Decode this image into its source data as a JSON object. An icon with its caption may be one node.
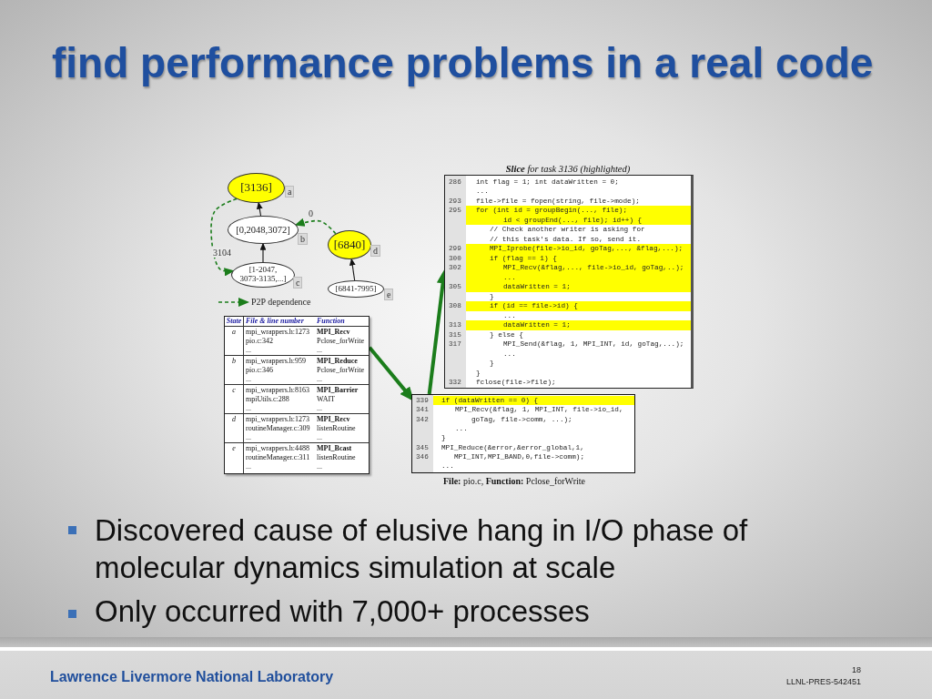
{
  "diagram": {
    "title": "find performance problems in a real code",
    "nodes": [
      {
        "text": [
          "[3136]"
        ],
        "beside": [
          "a"
        ]
      },
      {
        "text": [
          "[0,2048,3072]"
        ],
        "beside": [
          "b"
        ]
      },
      {
        "text": [
          "[6840]"
        ],
        "beside": [
          "d"
        ]
      },
      {
        "text": [
          "[1-2047, 3073-3135,...]"
        ],
        "beside": [
          "c"
        ]
      },
      {
        "text": [
          "[6841-7995]"
        ],
        "beside": [
          "e"
        ]
      },
      {
        "text": [
          "**Slice** for task 3136 (highlighted)",
          "286",
          "int flag = 1; int dataWritten = 0;",
          "...",
          "293",
          "file->file = fopen(string, file->mode);",
          "295",
          "for (int id = groupBegin(..., file);",
          "id < groupEnd(..., file); id++) {",
          "// Check another writer is asking for",
          "// this task's data. If so, send it.",
          "299",
          "MPI_Iprobe(file->io_id, goTag,..., &flag,...);",
          "300",
          "if (flag == 1) {",
          "302",
          "MPI_Recv(&flag,..., file->io_id, goTag,..);",
          "...",
          "305",
          "dataWritten = 1;",
          "}",
          "308",
          "if (id == file->id) {",
          "...",
          "313",
          "dataWritten = 1;",
          "315",
          "} else {",
          "317",
          "MPI_Send(&flag, 1, MPI_INT, id, goTag,...);",
          "...",
          "}",
          "}",
          "332",
          "fclose(file->file);"
        ]
      },
      {
        "text": [
          "State",
          "File & line number",
          "Function",
          "a",
          "mpi_wrappers.h:1273",
          "pio.c:342",
          "...",
          "MPI_Recv",
          "Pclose_forWrite",
          "...",
          "b",
          "mpi_wrappers.h:959",
          "pio.c:346",
          "...",
          "MPI_Reduce",
          "Pclose_forWrite",
          "...",
          "c",
          "mpi_wrappers.h:8163",
          "mpiUtils.c:288",
          "...",
          "MPI_Barrier",
          "WAIT",
          "...",
          "d",
          "mpi_wrappers.h:1273",
          "routineManager.c:309",
          "...",
          "MPI_Recv",
          "listenRoutine",
          "...",
          "e",
          "mpi_wrappers.h:4488",
          "routineManager.c:311",
          "...",
          "MPI_Bcast",
          "listenRoutine",
          "..."
        ]
      },
      {
        "text": [
          "339",
          "if (dataWritten == 0) {",
          "341",
          "MPI_Recv(&flag, 1, MPI_INT, file->io_id,",
          "342",
          "goTag, file->comm, ...);",
          "...",
          "}",
          "345",
          "MPI_Reduce(&error,&error_global,1,",
          "346",
          "MPI_INT,MPI_BAND,0,file->comm);",
          "..."
        ],
        "beside": [
          "**File:** pio.c, **Function:** Pclose_forWrite"
        ]
      }
    ],
    "edges": [
      {
        "from": 1,
        "to": 0,
        "arrow": "to",
        "color": "#111111"
      },
      {
        "from": 3,
        "to": 1,
        "arrow": "to",
        "color": "#111111"
      },
      {
        "from": 4,
        "to": 2,
        "arrow": "to",
        "color": "#111111"
      },
      {
        "from": 0,
        "to": 3,
        "arrow": "to",
        "label": "3104",
        "style": "dashed",
        "color": "#1b7d1b"
      },
      {
        "from": 2,
        "to": 1,
        "arrow": "to",
        "label": "0",
        "style": "dashed",
        "color": "#1b7d1b"
      },
      {
        "from": 6,
        "to": 7,
        "arrow": "to",
        "style": "thick",
        "color": "#1b7d1b"
      },
      {
        "from": 7,
        "to": 5,
        "arrow": "to",
        "style": "thick",
        "color": "#1b7d1b"
      }
    ],
    "labels": [
      "Discovered cause of elusive hang in I/O phase of molecular dynamics simulation at scale",
      "Only occurred with 7,000+ processes",
      "Lawrence Livermore National Laboratory",
      "18",
      "LLNL-PRES-542451"
    ],
    "legend": [
      {
        "text": "P2P dependence"
      }
    ]
  }
}
